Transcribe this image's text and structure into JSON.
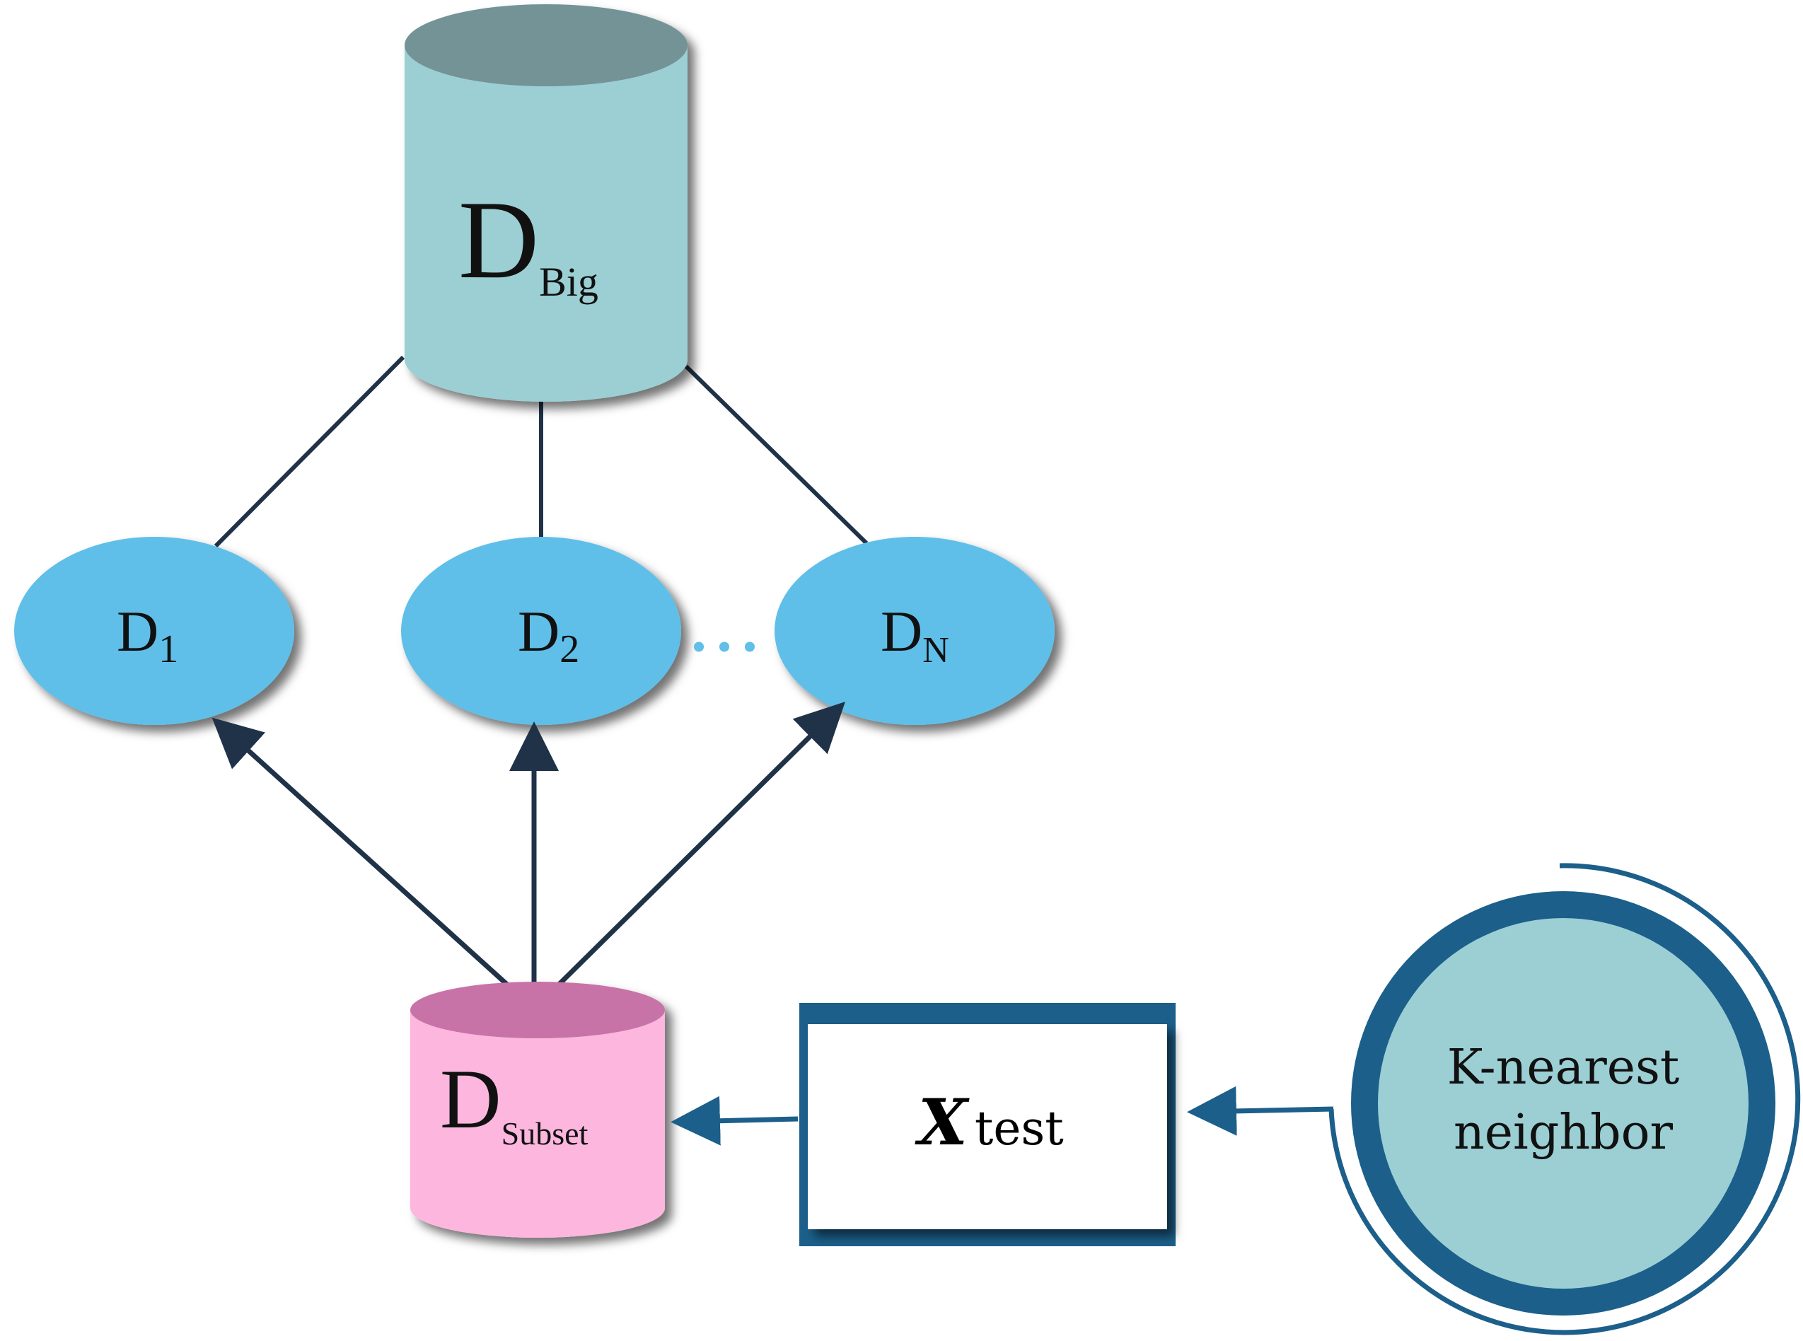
{
  "big_db": {
    "main": "D",
    "sub": "Big"
  },
  "partitions": [
    {
      "main": "D",
      "sub": "1"
    },
    {
      "main": "D",
      "sub": "2"
    },
    {
      "main": "D",
      "sub": "N"
    }
  ],
  "ellipsis": "…",
  "subset_db": {
    "main": "D",
    "sub": "Subset"
  },
  "test_box": {
    "main": "X",
    "sub": "test"
  },
  "knn": {
    "line1": "K-nearest",
    "line2": "neighbor"
  },
  "colors": {
    "big_db_body": "#9bcfd4",
    "big_db_top": "#739397",
    "partition_fill": "#61bfe8",
    "subset_body": "#fdb6de",
    "subset_top": "#c873a7",
    "edge": "#1f3248",
    "blue_edge": "#1b5f8a",
    "knn_fill": "#9bcfd4",
    "dots": "#61bfe8"
  }
}
